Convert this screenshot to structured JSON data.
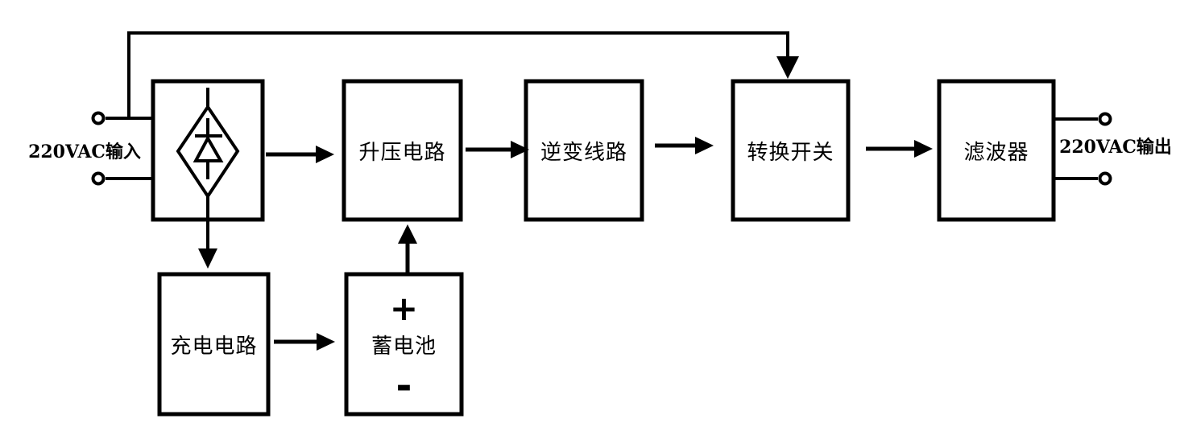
{
  "diagram": {
    "input": {
      "label": "220VAC输入"
    },
    "output": {
      "label": "220VAC输出"
    },
    "blocks": {
      "rectifier": {
        "symbol": "bridge-rectifier-diode-icon"
      },
      "boost": {
        "label": "升压电路"
      },
      "inverter": {
        "label": "逆变线路"
      },
      "transfer_switch": {
        "label": "转换开关"
      },
      "filter": {
        "label": "滤波器"
      },
      "charger": {
        "label": "充电电路"
      },
      "battery": {
        "label": "蓄电池",
        "positive": "+",
        "negative": "-"
      }
    },
    "colors": {
      "line": "#000000",
      "background": "#ffffff"
    }
  }
}
